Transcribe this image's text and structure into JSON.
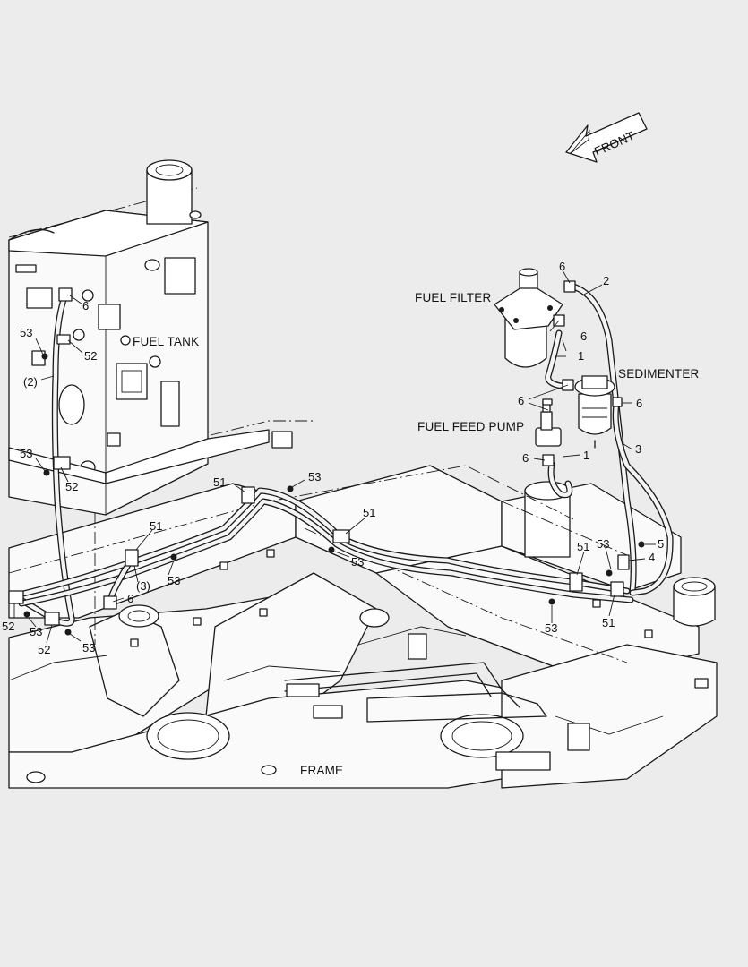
{
  "labels": {
    "front": "FRONT",
    "fuel_filter": "FUEL FILTER",
    "fuel_tank": "FUEL TANK",
    "sedimenter": "SEDIMENTER",
    "fuel_feed_pump": "FUEL FEED PUMP",
    "frame": "FRAME"
  },
  "callouts": {
    "c6_filter_top": "6",
    "c2": "2",
    "c6_filter_side": "6",
    "c1_upper": "1",
    "c6_sed": "6",
    "c6_pump_left": "6",
    "c3": "3",
    "c6_pump_bottom": "6",
    "c1_lower": "1",
    "c6_tank": "6",
    "c53_tank": "53",
    "c52_tank": "52",
    "c2_paren": "(2)",
    "c53_tank_low": "53",
    "c52_tank_low": "52",
    "c51_clamp_a": "51",
    "c53_clamp_a": "53",
    "c51_clamp_b": "51",
    "c51_clamp_c": "51",
    "c53_mid": "53",
    "c3_paren": "(3)",
    "c53_left": "53",
    "c6_bottom_left": "6",
    "c52_bl_a": "52",
    "c53_bl_a": "53",
    "c52_bl_b": "52",
    "c53_bl_b": "53",
    "c51_right": "51",
    "c53_right_top": "53",
    "c5": "5",
    "c4": "4",
    "c53_right_low": "53",
    "c51_right_low": "51"
  }
}
